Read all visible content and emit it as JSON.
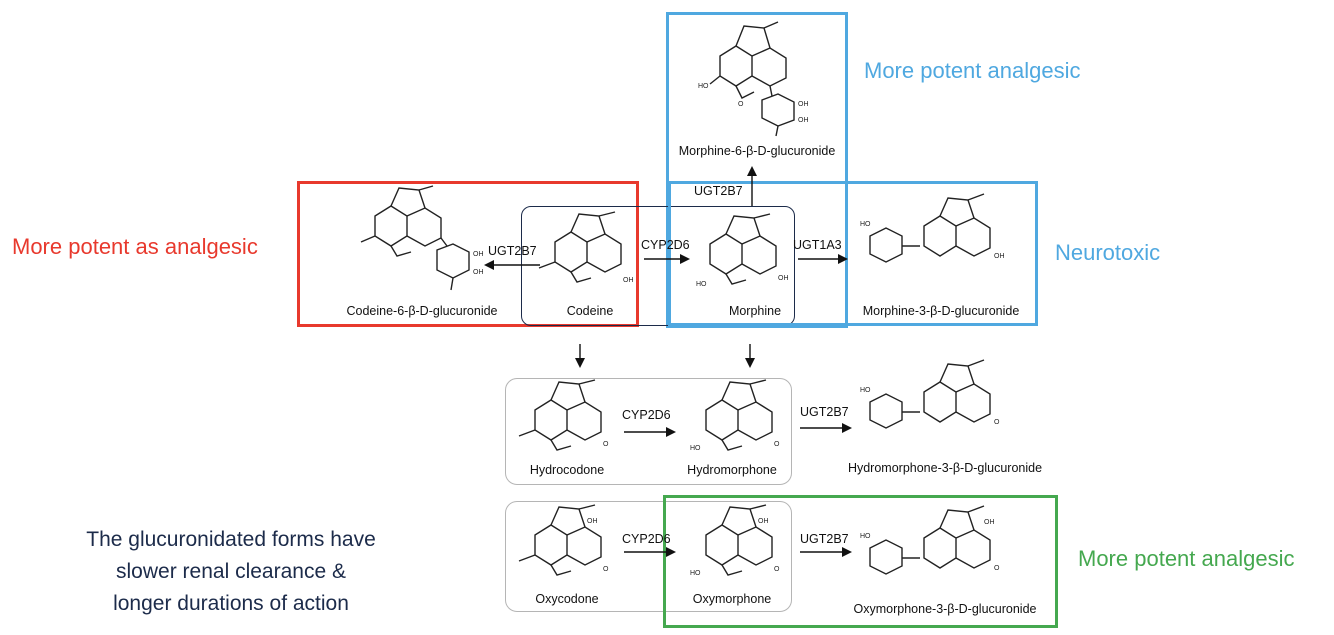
{
  "annotations": {
    "left_red": "More potent as analgesic",
    "top_blue": "More potent analgesic",
    "right_blue": "Neurotoxic",
    "right_green": "More potent analgesic",
    "footnote": [
      "The glucuronidated forms have",
      "slower renal clearance &",
      "longer durations of action"
    ]
  },
  "compounds": {
    "m6g": "Morphine-6-β-D-glucuronide",
    "c6g": "Codeine-6-β-D-glucuronide",
    "codeine": "Codeine",
    "morphine": "Morphine",
    "m3g": "Morphine-3-β-D-glucuronide",
    "hydrocodone": "Hydrocodone",
    "hydromorphone": "Hydromorphone",
    "hm3g": "Hydromorphone-3-β-D-glucuronide",
    "oxycodone": "Oxycodone",
    "oxymorphone": "Oxymorphone",
    "om3g": "Oxymorphone-3-β-D-glucuronide"
  },
  "enzymes": {
    "m_to_m6g": "UGT2B7",
    "c_to_c6g": "UGT2B7",
    "c_to_m": "CYP2D6",
    "m_to_m3g": "UGT1A3",
    "hc_to_hm": "CYP2D6",
    "hm_to_hm3g": "UGT2B7",
    "oc_to_om": "CYP2D6",
    "om_to_om3g": "UGT2B7"
  },
  "atom_labels": {
    "hydroxyl": "HO",
    "hydroxyl_r": "OH",
    "oxygen": "O"
  },
  "colors": {
    "red": "#e8392d",
    "blue": "#4fa8e0",
    "green": "#45a84f",
    "navy": "#1c2b4a",
    "gray": "#b5b5b5"
  }
}
